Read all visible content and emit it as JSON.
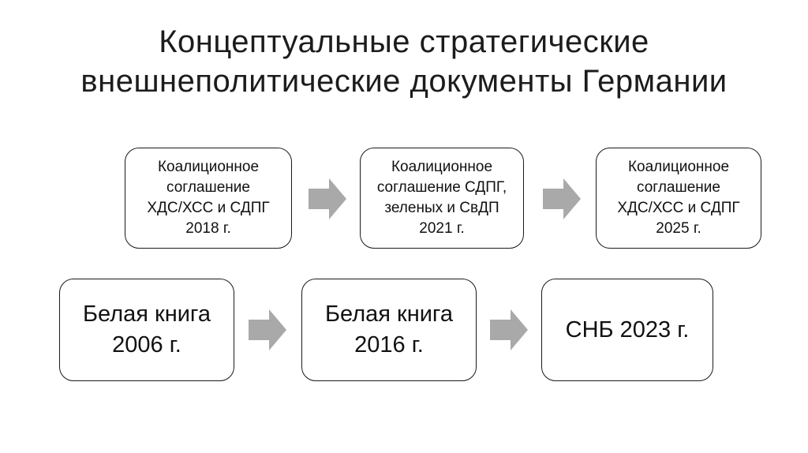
{
  "slide": {
    "title": "Концептуальные стратегические\nвнешнеполитические документы Германии"
  },
  "colors": {
    "arrow_fill": "#A9A9A9",
    "box_border": "#1a1a1a",
    "box_fill": "#ffffff",
    "background": "#ffffff",
    "text": "#111111"
  },
  "diagram": {
    "top_row": [
      {
        "label": "Коалиционное\nсоглашение\nХДС/ХСС и СДПГ\n2018 г."
      },
      {
        "label": "Коалиционное\nсоглашение СДПГ,\nзеленых и СвДП\n2021 г."
      },
      {
        "label": "Коалиционное\nсоглашение\nХДС/ХСС и СДПГ\n2025 г."
      }
    ],
    "bottom_row": [
      {
        "label": "Белая книга\n2006 г."
      },
      {
        "label": "Белая книга\n2016 г."
      },
      {
        "label": "СНБ 2023 г."
      }
    ]
  }
}
